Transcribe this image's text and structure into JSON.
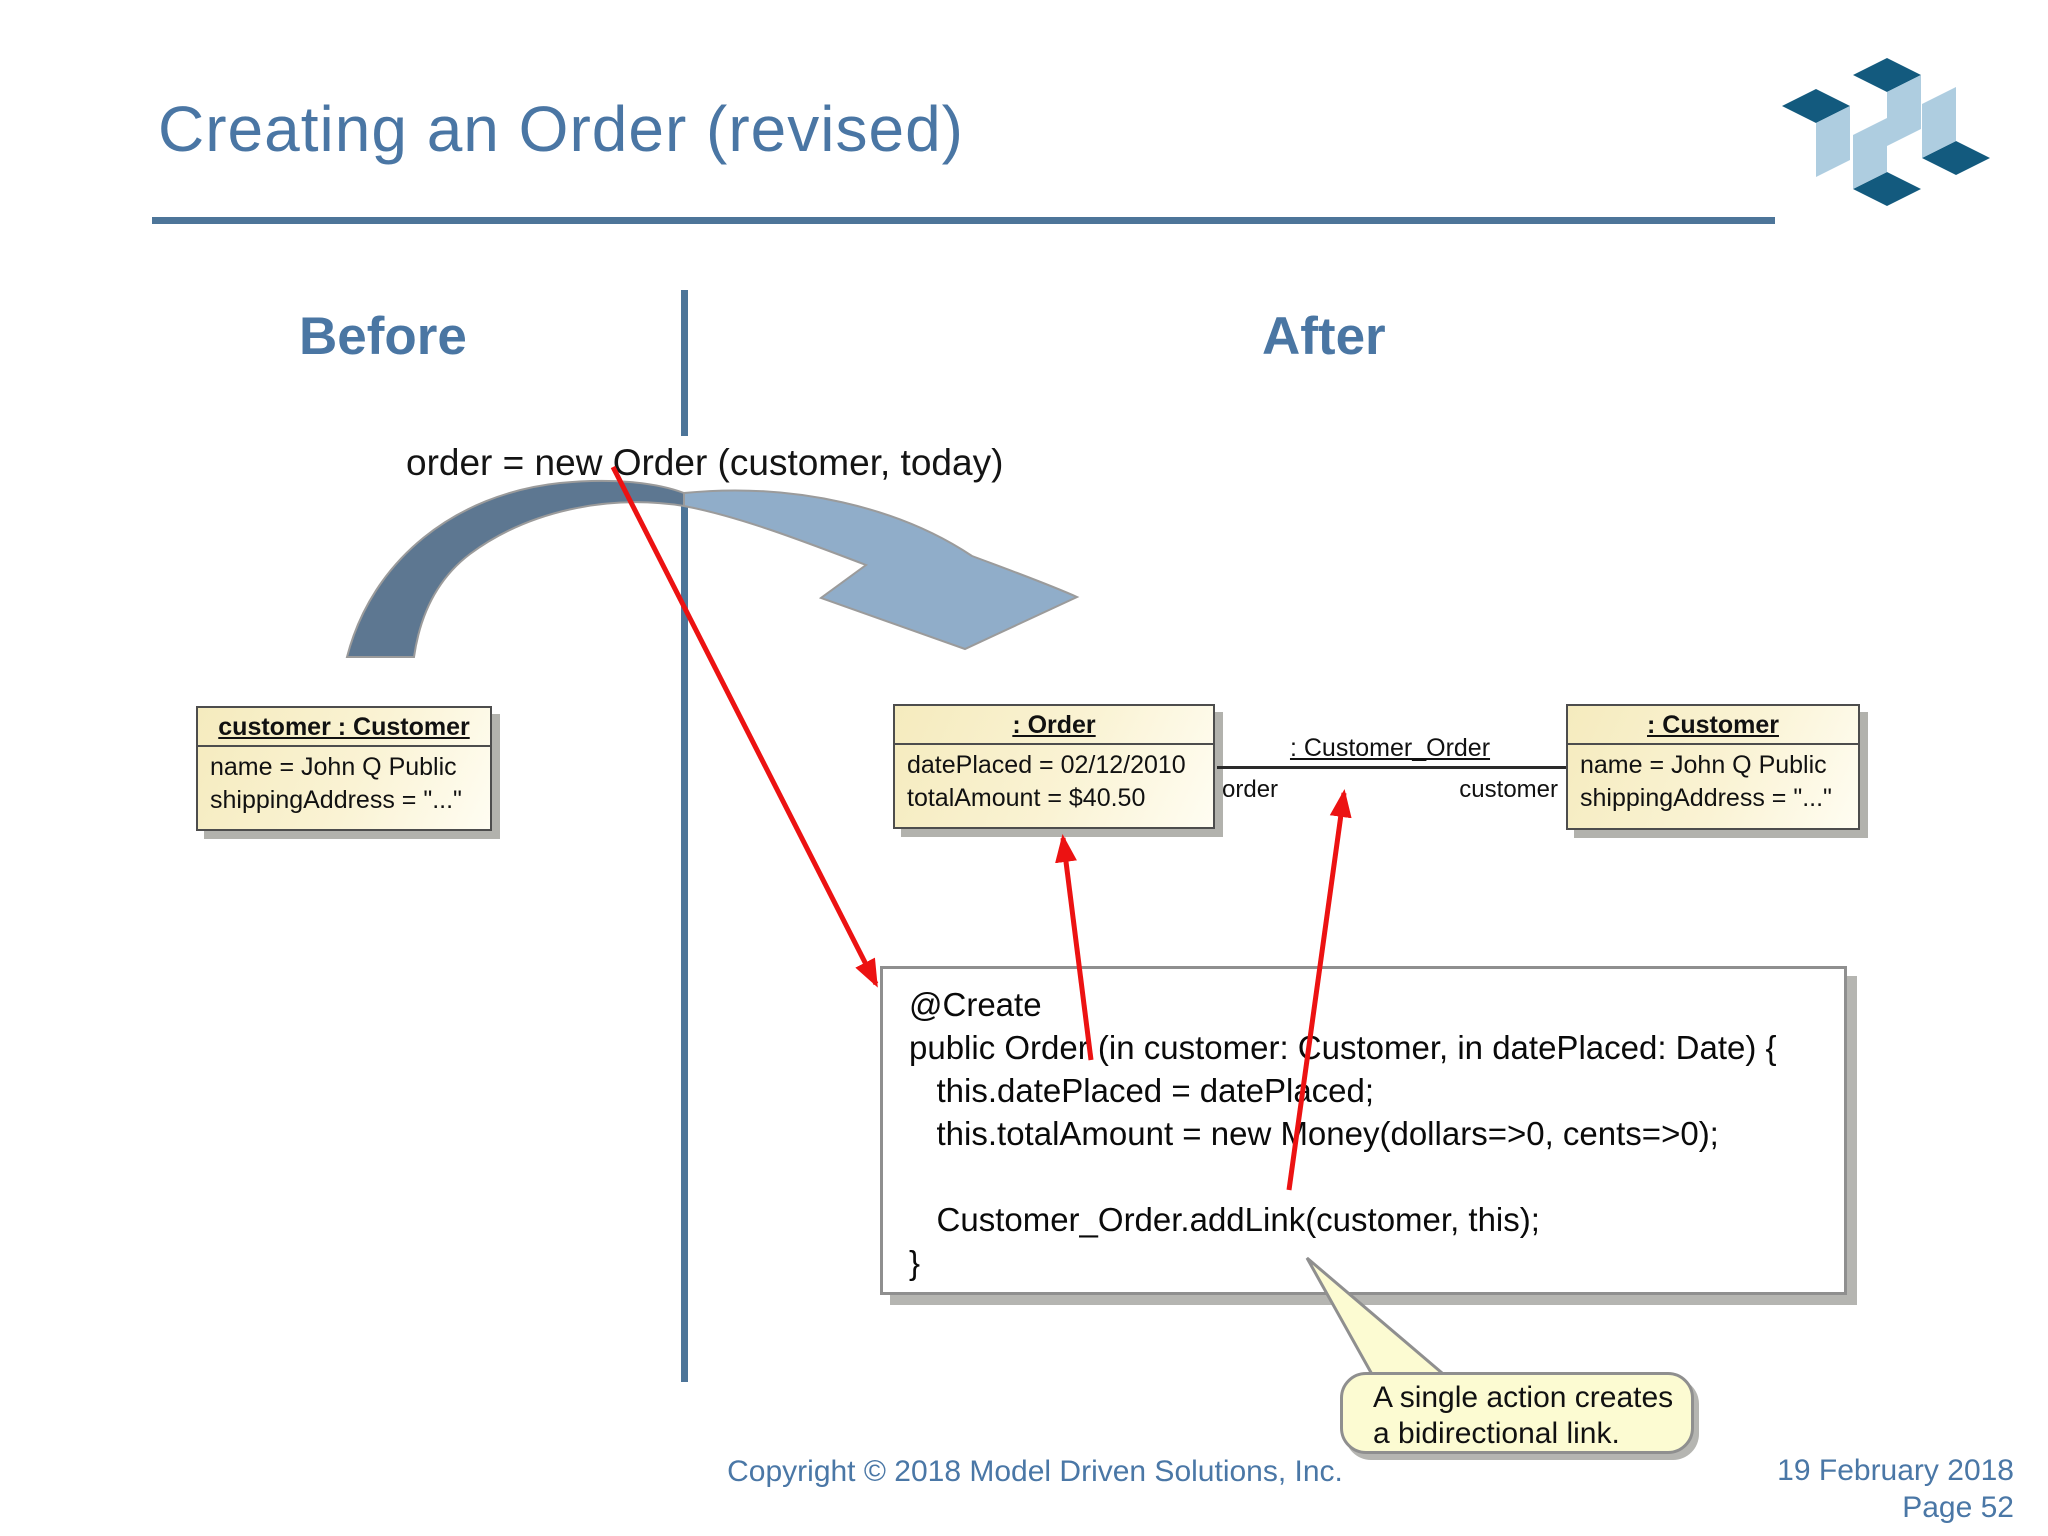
{
  "slide": {
    "title": "Creating an Order (revised)",
    "columns": {
      "before": "Before",
      "after": "After"
    },
    "call_text": "order = new Order (customer, today)",
    "objects": {
      "customer_before": {
        "header": "customer : Customer",
        "lines": [
          "name = John Q Public",
          "shippingAddress = \"...\""
        ]
      },
      "order_after": {
        "header": ": Order",
        "lines": [
          "datePlaced = 02/12/2010",
          "totalAmount = $40.50"
        ]
      },
      "customer_after": {
        "header": ": Customer",
        "lines": [
          "name = John Q Public",
          "shippingAddress = \"...\""
        ]
      }
    },
    "association": {
      "label": ": Customer_Order",
      "role_left": "order",
      "role_right": "customer"
    },
    "code": {
      "text": "@Create\npublic Order (in customer: Customer, in datePlaced: Date) {\n   this.datePlaced = datePlaced;\n   this.totalAmount = new Money(dollars=>0, cents=>0);\n\n   Customer_Order.addLink(customer, this);\n}"
    },
    "callout": {
      "text": "A single action creates a bidirectional link."
    },
    "footer": {
      "copyright": "Copyright © 2018 Model Driven Solutions, Inc.",
      "date": "19 February 2018",
      "page": "Page 52"
    },
    "colors": {
      "accent_blue": "#4a76a4",
      "divider_blue": "#4d7599",
      "arrow_red": "#ec1212",
      "wing_dark": "#5d7791",
      "wing_light": "#90adc9",
      "uml_fill": "#f5ebbe",
      "callout_fill": "#fcfbd2",
      "logo_dark": "#135a7e",
      "logo_light": "#aecde0"
    }
  }
}
